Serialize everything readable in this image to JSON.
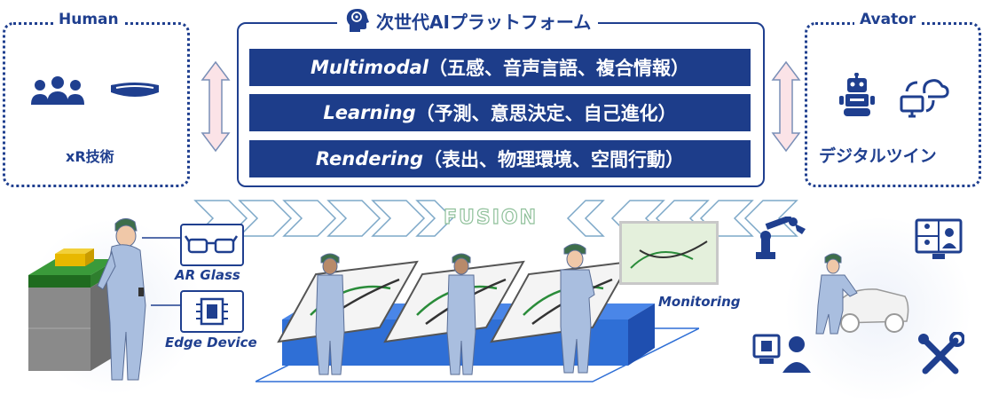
{
  "platform": {
    "title": "次世代AIプラットフォーム",
    "bands": [
      {
        "en": "Multimodal",
        "jp": "（五感、音声言語、複合情報）"
      },
      {
        "en": "Learning",
        "jp": "（予測、意思決定、自己進化）"
      },
      {
        "en": "Rendering",
        "jp": "（表出、物理環境、空間行動）"
      }
    ]
  },
  "human": {
    "title": "Human",
    "caption": "xR技術"
  },
  "avator": {
    "title": "Avator",
    "caption": "デジタルツイン"
  },
  "fusion_label": "FUSION",
  "labels": {
    "ar_glass": "AR Glass",
    "edge_device": "Edge Device",
    "monitoring": "Monitoring"
  },
  "colors": {
    "navy": "#1d3d8a",
    "accent": "#1f3f8f",
    "worker": "#a9bedf",
    "conveyor": "#2f6fd6"
  }
}
